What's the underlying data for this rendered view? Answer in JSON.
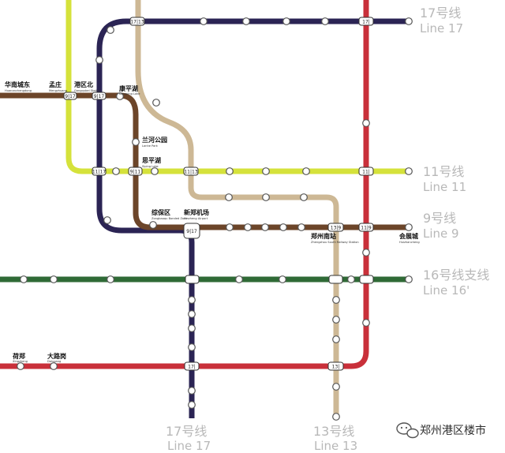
{
  "colors": {
    "line17": "#2b2454",
    "line11": "#d5e23b",
    "line9": "#6c4529",
    "line13": "#cdb895",
    "line16b": "#2f6a36",
    "lineRed": "#c9303a"
  },
  "legend": {
    "line17_right": {
      "zh": "17号线",
      "en": "Line 17"
    },
    "line11": {
      "zh": "11号线",
      "en": "Line 11"
    },
    "line9": {
      "zh": "9号线",
      "en": "Line 9"
    },
    "line16b": {
      "zh": "16号线支线",
      "en": "Line 16'"
    },
    "line17_bottom": {
      "zh": "17号线",
      "en": "Line 17"
    },
    "line13_bottom": {
      "zh": "13号线",
      "en": "Line 13"
    }
  },
  "stations": {
    "huanan_chengdong": {
      "zh": "华南城东",
      "en": "Huananchengdong"
    },
    "mengzhuang": {
      "zh": "孟庄",
      "en": "Mengzhuang"
    },
    "gangqubei": {
      "zh": "港区北",
      "en": "Gangqubei Station"
    },
    "kangpinghu": {
      "zh": "康平湖",
      "en": "Kangping Lake"
    },
    "lanhe_park": {
      "zh": "兰河公园",
      "en": "Lanhe Park"
    },
    "sipinghu": {
      "zh": "思平湖",
      "en": "Siping Lake"
    },
    "zongbaoqu": {
      "zh": "综保区",
      "en": "Zongbaoqu Bonded Zone"
    },
    "xinzheng_airport": {
      "zh": "新郑机场",
      "en": "Xinzheng Airport"
    },
    "zhengzhou_south": {
      "zh": "郑州南站",
      "en": "Zhengzhou South Railway Station"
    },
    "huizhancheng": {
      "zh": "会展城",
      "en": "Huizhancheng"
    },
    "xingzheng": {
      "zh": "荷郑",
      "en": "Xingzheng"
    },
    "dalugang": {
      "zh": "大路岗",
      "en": "Dalugang"
    }
  },
  "transfers": {
    "t17_13": "17|13",
    "t13_red": "13|",
    "t9_17": "9|17",
    "t9_17b": "9|17",
    "t11_17": "11|17",
    "t9_11": "9|11",
    "t11_13": "11|13",
    "t11_red": "11|",
    "t13_9": "13|9",
    "t9_red": "11|9",
    "t17_red": "17|",
    "t13_red_b": "13|"
  },
  "watermark": "郑州港区楼市"
}
